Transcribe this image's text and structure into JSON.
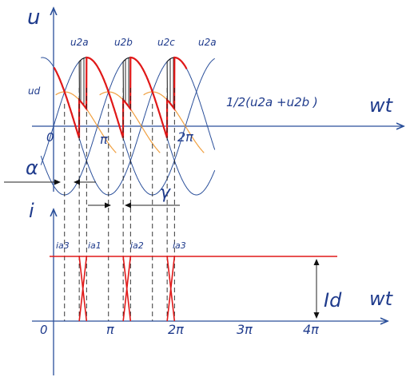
{
  "labels": {
    "u_axis": "u",
    "i_axis": "i",
    "wt_top": "wt",
    "wt_bottom": "wt",
    "zero_top": "0",
    "zero_bottom": "0",
    "pi_top": "π",
    "two_pi_top": "2π",
    "pi_bottom": "π",
    "two_pi_bottom": "2π",
    "three_pi_bottom": "3π",
    "four_pi_bottom": "4π",
    "u2a_1": "u2a",
    "u2b": "u2b",
    "u2c": "u2c",
    "u2a_2": "u2a",
    "ud": "ud",
    "half_formula": "1/2(u2a +u2b )",
    "alpha": "α",
    "gamma": "γ",
    "ia3": "ia3",
    "ia1": "ia1",
    "ia2": "ia2",
    "ia3b": "ia3",
    "Id": "Id"
  },
  "colors": {
    "axis": "#2a4f9a",
    "phase_wave": "#2a4f9a",
    "output_voltage": "#e01818",
    "current": "#e01818",
    "half_sum_wave": "#f0a040",
    "label_text": "#1f3b8c"
  }
}
